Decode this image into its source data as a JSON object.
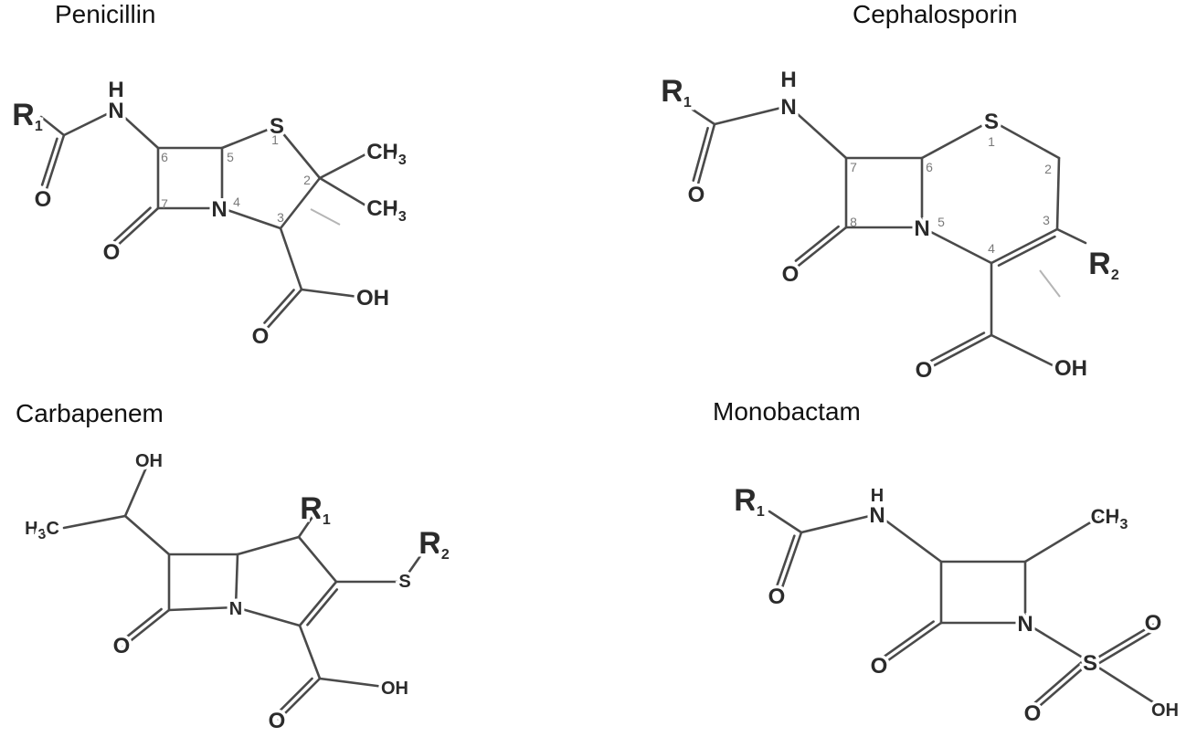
{
  "structures": [
    {
      "name": "Penicillin",
      "atoms": {
        "r1": "R",
        "r1_sub": "1",
        "nh_h": "H",
        "nh_n": "N",
        "o_amide": "O",
        "s": "S",
        "n": "N",
        "o_lactam": "O",
        "ch3_top": "CH",
        "ch3_top_sub": "3",
        "ch3_bottom": "CH",
        "ch3_bottom_sub": "3",
        "o_acid": "O",
        "oh": "OH"
      },
      "numbering": [
        "1",
        "2",
        "3",
        "4",
        "5",
        "6",
        "7"
      ]
    },
    {
      "name": "Cephalosporin",
      "atoms": {
        "r1": "R",
        "r1_sub": "1",
        "nh_h": "H",
        "nh_n": "N",
        "o_amide": "O",
        "s": "S",
        "n": "N",
        "o_lactam": "O",
        "r2": "R",
        "r2_sub": "2",
        "o_acid": "O",
        "oh": "OH"
      },
      "numbering": [
        "1",
        "2",
        "3",
        "4",
        "5",
        "6",
        "7",
        "8"
      ]
    },
    {
      "name": "Carbapenem",
      "atoms": {
        "oh_top": "OH",
        "h3c": "H",
        "h3c_sub": "3",
        "h3c_c": "C",
        "r1": "R",
        "r1_sub": "1",
        "s": "S",
        "r2": "R",
        "r2_sub": "2",
        "n": "N",
        "o_lactam": "O",
        "o_acid": "O",
        "oh": "OH"
      }
    },
    {
      "name": "Monobactam",
      "atoms": {
        "r1": "R",
        "r1_sub": "1",
        "nh_h": "H",
        "nh_n": "N",
        "o_amide": "O",
        "ch3": "CH",
        "ch3_sub": "3",
        "n": "N",
        "o_lactam": "O",
        "s": "S",
        "o_s_top": "O",
        "o_s_bottom": "O",
        "oh": "OH"
      }
    }
  ],
  "colors": {
    "bond": "#4a4a4a",
    "text": "#2b2b2b",
    "numbering": "#7a7a7a",
    "arrow": "#b5b5b5"
  }
}
